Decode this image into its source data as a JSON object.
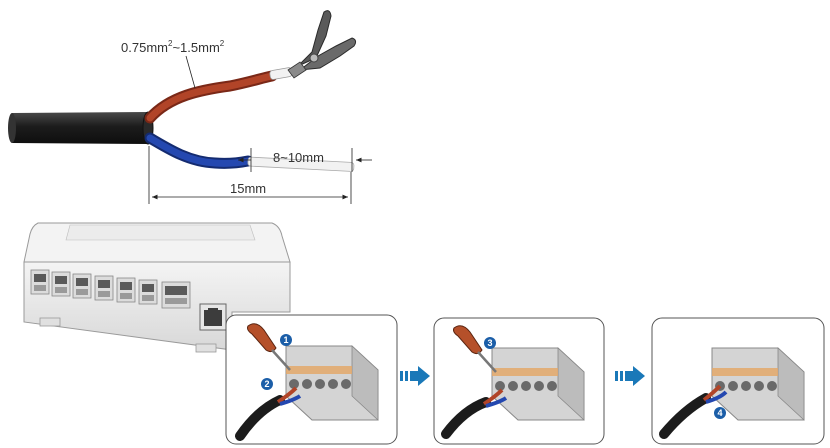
{
  "wire_spec": {
    "cross_section_from": "0.75",
    "unit_1": "mm",
    "exp_1": "2",
    "separator": "~",
    "cross_section_to": "1.5",
    "unit_2": "mm",
    "exp_2": "2"
  },
  "dimensions": {
    "strip_length": "8~10mm",
    "sheath_length": "15mm"
  },
  "steps": [
    {
      "badges": [
        "1",
        "2"
      ]
    },
    {
      "badges": [
        "3"
      ]
    },
    {
      "badges": [
        "4"
      ]
    }
  ],
  "colors": {
    "cable_black": "#1c1c1c",
    "wire_brown": "#a0361f",
    "wire_blue": "#1f3f9c",
    "step_badge": "#1b5ea8",
    "step_arrow": "#1a78b8",
    "screwdriver_handle": "#b5502a"
  },
  "icons": {
    "tool": "wire-stripper-icon",
    "driver": "screwdriver-icon",
    "arrow": "double-arrow-right-icon"
  }
}
